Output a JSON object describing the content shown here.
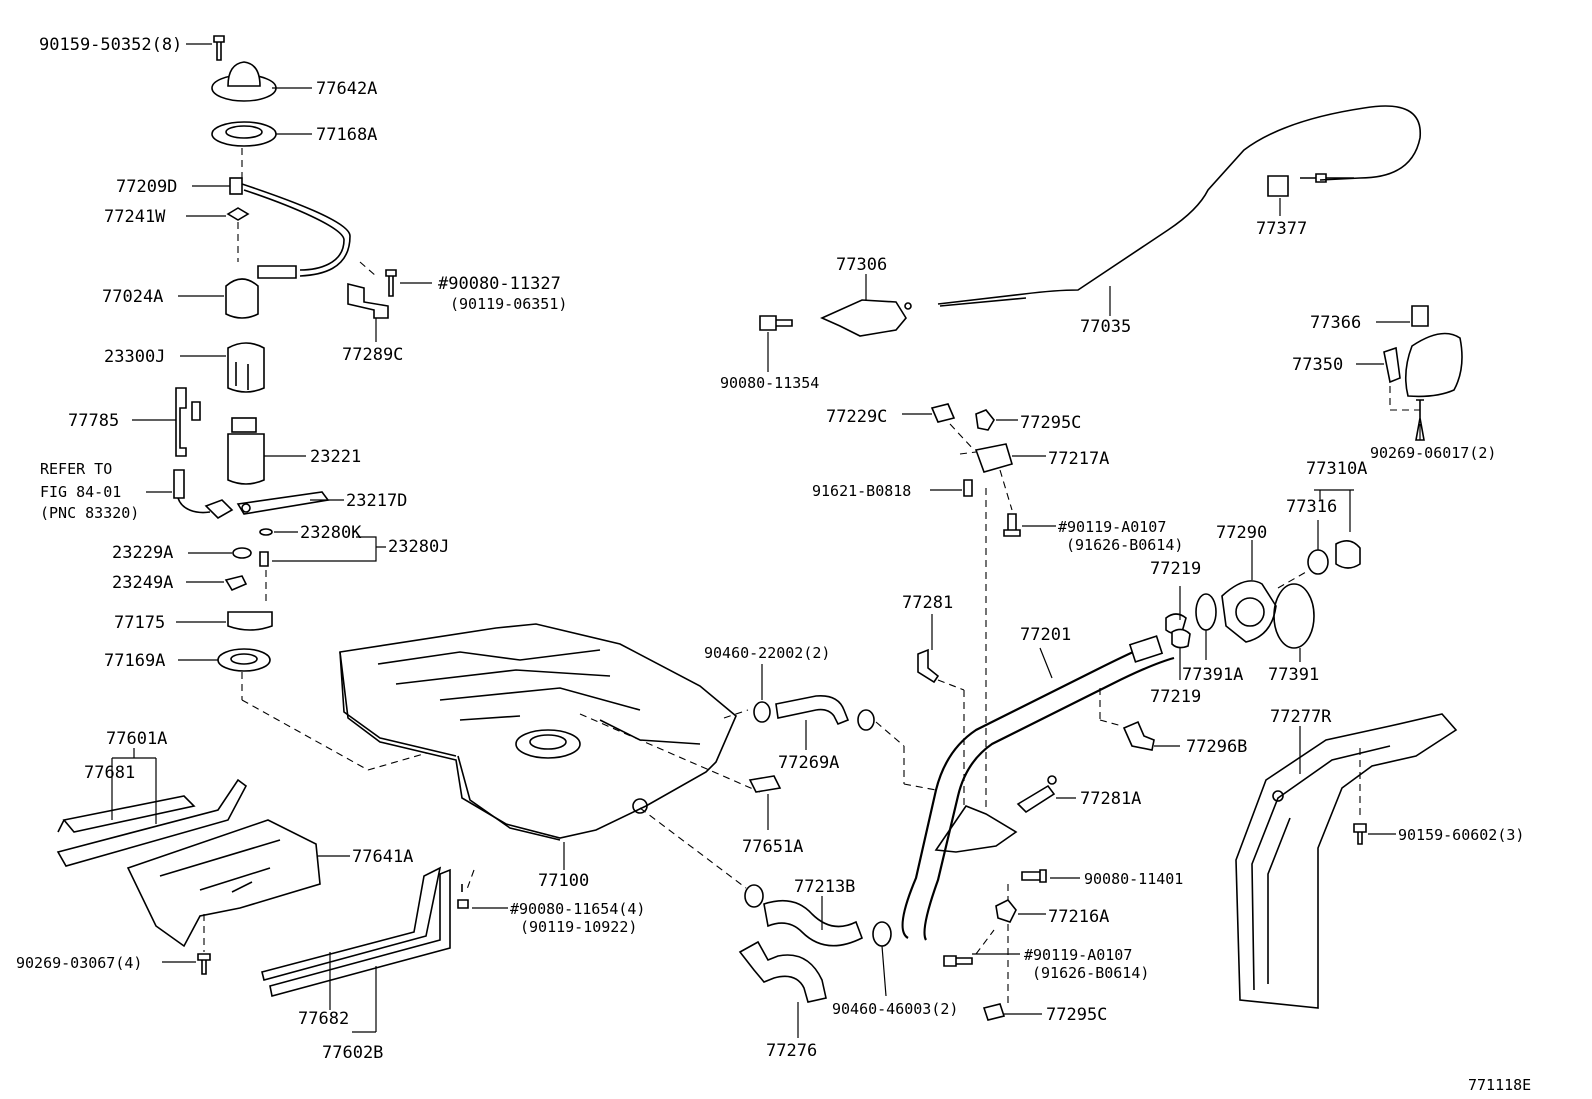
{
  "labels": {
    "p90159_50352": "90159-50352(8)",
    "p77642A": "77642A",
    "p77168A": "77168A",
    "p77209D": "77209D",
    "p77241W": "77241W",
    "p77024A": "77024A",
    "p90080_11327": "#90080-11327",
    "p90119_06351": "(90119-06351)",
    "p77289C": "77289C",
    "p23300J": "23300J",
    "p77785": "77785",
    "p23221": "23221",
    "refer_1": "REFER TO",
    "refer_2": "FIG 84-01",
    "refer_3": "(PNC 83320)",
    "p23217D": "23217D",
    "p23280K": "23280K",
    "p23229A": "23229A",
    "p23280J": "23280J",
    "p23249A": "23249A",
    "p77175": "77175",
    "p77169A": "77169A",
    "p77601A": "77601A",
    "p77681": "77681",
    "p77641A": "77641A",
    "p90269_03067": "90269-03067(4)",
    "p90080_11654": "#90080-11654(4)",
    "p90119_10922": "(90119-10922)",
    "p77682": "77682",
    "p77602B": "77602B",
    "p77100": "77100",
    "p77651A": "77651A",
    "p90460_22002": "90460-22002(2)",
    "p77269A": "77269A",
    "p77213B": "77213B",
    "p77276": "77276",
    "p90460_46003": "90460-46003(2)",
    "p77306": "77306",
    "p90080_11354": "90080-11354",
    "p77035": "77035",
    "p77377": "77377",
    "p77366": "77366",
    "p77350": "77350",
    "p90269_06017": "90269-06017(2)",
    "p77229C": "77229C",
    "p77295C_top": "77295C",
    "p77217A": "77217A",
    "p91621_B0818": "91621-B0818",
    "p90119_A0107_top": "#90119-A0107",
    "p91626_B0614_top": "(91626-B0614)",
    "p77310A": "77310A",
    "p77316": "77316",
    "p77290": "77290",
    "p77219_top": "77219",
    "p77219_bot": "77219",
    "p77281": "77281",
    "p77201": "77201",
    "p77391A": "77391A",
    "p77391": "77391",
    "p77296B": "77296B",
    "p77277R": "77277R",
    "p77281A": "77281A",
    "p90159_60602": "90159-60602(3)",
    "p90080_11401": "90080-11401",
    "p77216A": "77216A",
    "p90119_A0107_bot": "#90119-A0107",
    "p91626_B0614_bot": "(91626-B0614)",
    "p77295C_bot": "77295C",
    "figure_id": "771118E"
  }
}
